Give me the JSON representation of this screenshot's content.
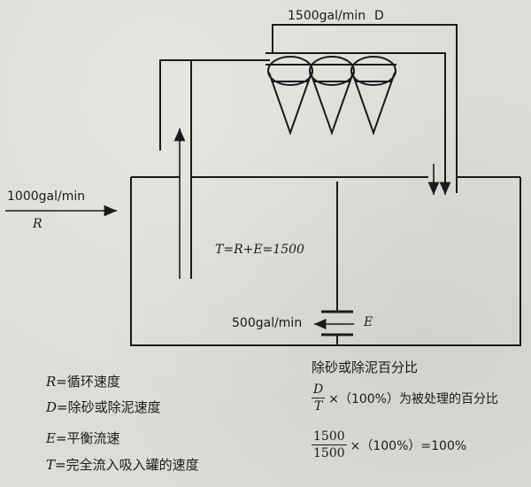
{
  "labels": {
    "top_flow": "1500gal/min",
    "top_flow_letter": "D",
    "input_flow": "1000gal/min",
    "input_letter": "R",
    "equation": "T=R+E=1500",
    "eq_flow": "500gal/min",
    "eq_letter": "E"
  },
  "legend": {
    "r_var": "R",
    "r_text": "=循环速度",
    "d_var": "D",
    "d_text": "=除砂或除泥速度",
    "e_var": "E",
    "e_text": "=平衡流速",
    "t_var": "T",
    "t_text": "=完全流入吸入罐的速度"
  },
  "formula": {
    "title": "除砂或除泥百分比",
    "f1_num": "D",
    "f1_den": "T",
    "f1_rest": "×（100%）为被处理的百分比",
    "f2_num": "1500",
    "f2_den": "1500",
    "f2_rest": "×（100%）=100%"
  },
  "colors": {
    "line": "#1a1a1a",
    "background": "#dcdcd8"
  }
}
